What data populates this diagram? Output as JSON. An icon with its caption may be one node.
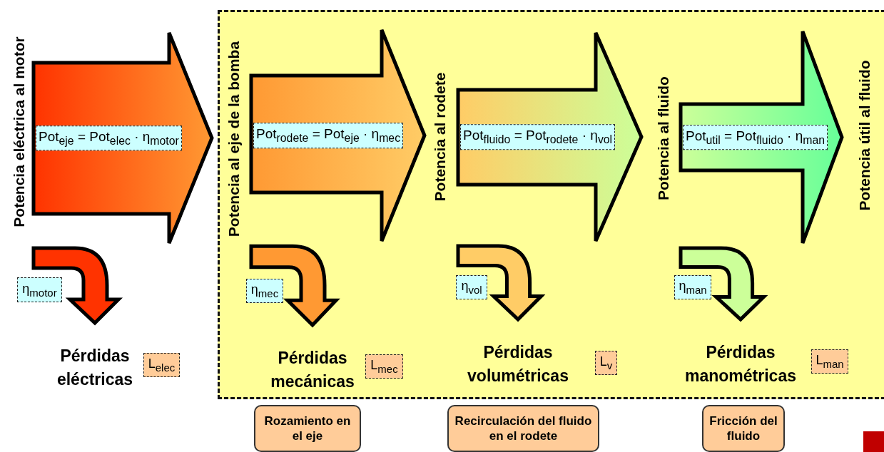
{
  "diagram": {
    "nodes": [
      {
        "text": [],
        "shape": "box"
      },
      {
        "text": [
          "Pot$_{eje}$ = Pot$_{elec}$ · η$_{motor}$"
        ]
      },
      {
        "text": [
          "Pot$_{rodete}$ = Pot$_{eje}$ · η$_{mec}$"
        ],
        "in": 0
      },
      {
        "text": [
          "Pot$_{fluido}$ = Pot$_{rodete}$ · η$_{vol}$"
        ],
        "in": 0
      },
      {
        "text": [
          "Pot$_{util}$ = Pot$_{fluido}$ · η$_{man}$"
        ],
        "in": 0
      },
      {
        "text": [
          "η$_{motor}$"
        ]
      },
      {
        "text": [
          "η$_{mec}$"
        ],
        "in": 0
      },
      {
        "text": [
          "η$_{vol}$"
        ],
        "in": 0
      },
      {
        "text": [
          "η$_{man}$"
        ],
        "in": 0
      },
      {
        "text": [
          "L$_{elec}$"
        ]
      },
      {
        "text": [
          "L$_{mec}$"
        ],
        "in": 0
      },
      {
        "text": [
          "L$_{v}$"
        ],
        "in": 0
      },
      {
        "text": [
          "L$_{man}$"
        ],
        "in": 0
      },
      {
        "text": [
          "Rozamiento en el eje"
        ]
      },
      {
        "text": [
          "Recirculación del fluido en el rodete"
        ]
      },
      {
        "text": [
          "Fricción del fluido"
        ]
      },
      {
        "text": [
          "Pérdidas eléctricas"
        ]
      },
      {
        "text": [
          "Pérdidas mecánicas"
        ],
        "in": 0
      },
      {
        "text": [
          "Pérdidas volumétricas"
        ],
        "in": 0
      },
      {
        "text": [
          "Pérdidas manométricas"
        ],
        "in": 0
      }
    ],
    "edges": [
      {
        "from": 1,
        "to": 16,
        "arrow": "to",
        "style": "thick",
        "color": "#ff3300"
      },
      {
        "from": 2,
        "to": 17,
        "arrow": "to",
        "style": "thick",
        "color": "#ff9933"
      },
      {
        "from": 3,
        "to": 18,
        "arrow": "to",
        "style": "thick",
        "color": "#ffcc66"
      },
      {
        "from": 4,
        "to": 19,
        "arrow": "to",
        "style": "thick",
        "color": "#ccff99"
      }
    ],
    "labels": [
      "Potencia eléctrica al motor",
      "Potencia al eje de la bomba",
      "Potencia al rodete",
      "Potencia al fluido",
      "Potencia útil al fluido"
    ]
  }
}
